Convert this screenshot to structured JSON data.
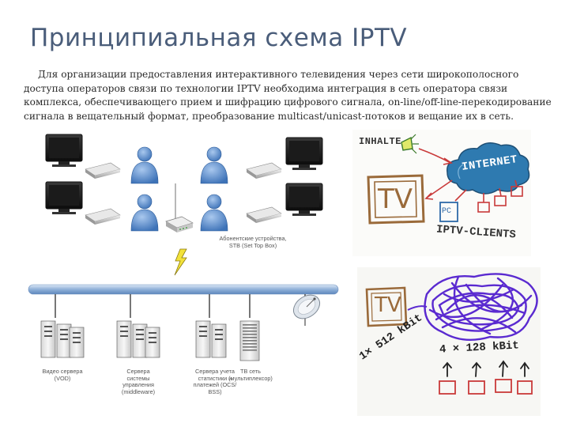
{
  "slide": {
    "title": "Принципиальная схема IPTV",
    "paragraph": "Для организации предоставления интерактивного телевидения через сети широкополосного доступа операторов связи по технологии IPTV необходима интеграция в сеть оператора связи комплекса, обеспечивающего прием и шифрацию цифрового сигнала, on-line/off-line-перекодирование сигнала в вещательный формат, преобразование multicast/unicast-потоков и вещание их в сеть."
  },
  "network_diagram": {
    "stb_label_line1": "Абонентские устройства,",
    "stb_label_line2": "STB (Set Top Box)",
    "servers": [
      {
        "line1": "Видео сервера",
        "line2": "(VOD)",
        "line3": ""
      },
      {
        "line1": "Сервера",
        "line2": "системы",
        "line3": "управления",
        "line4": "(middleware)"
      },
      {
        "line1": "Сервера учета",
        "line2": "статистики и",
        "line3": "платежей (OCS/",
        "line4": "BSS)"
      },
      {
        "line1": "TB сеть",
        "line2": "(мультиплексор)",
        "line3": ""
      }
    ]
  },
  "sketch_top": {
    "inhalte": "INHALTE",
    "internet": "INTERNET",
    "tv": "TV",
    "pc": "PC",
    "clients": "IPTV-CLIENTS"
  },
  "sketch_bottom": {
    "tv": "TV",
    "rate_single": "1× 512 kBit",
    "rate_multi": "4 × 128 kBit"
  },
  "colors": {
    "title": "#4a5d7a",
    "bus": "#8fb0d8",
    "person": "#5a8ccc",
    "sketch_red": "#c93a3a",
    "sketch_brown": "#9a6a3a",
    "sketch_blue": "#2e7ab0",
    "sketch_purple": "#5a2ad0",
    "lightning": "#f2e23a"
  }
}
